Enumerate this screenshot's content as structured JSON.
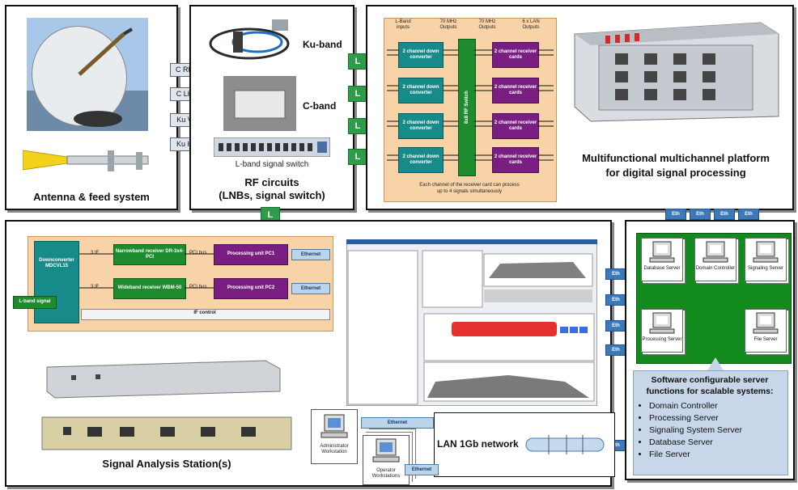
{
  "panels": {
    "antenna": {
      "title": "Antenna & feed system"
    },
    "rf": {
      "title_line1": "RF circuits",
      "title_line2": "(LNBs, signal switch)",
      "ku_band": "Ku-band",
      "c_band": "C-band",
      "switch_caption": "L-band signal switch"
    },
    "platform": {
      "title_line1": "Multifunctional multichannel platform",
      "title_line2": "for digital signal processing"
    },
    "station": {
      "title": "Signal Analysis Station(s)"
    },
    "servers": {
      "title_line1": "Software configurable server",
      "title_line2": "functions for scalable systems:",
      "list": [
        "Domain Controller",
        "Processing Server",
        "Signaling System Server",
        "Database Server",
        "File Server"
      ]
    }
  },
  "feeds": [
    "C RH",
    "C LH",
    "Ku V",
    "Ku H"
  ],
  "l_label": "L",
  "receiver_diagram": {
    "headers": [
      "L-Band inputs",
      "70 MHz Outputs",
      "70 MHz Outputs",
      "6 x LAN Outputs"
    ],
    "down": "2 channel down converter",
    "recv": "2 channel receiver cards",
    "switch": "8x8 RF Switch",
    "note_line1": "Each channel of the receiver card can process",
    "note_line2": "up to 4 signals simultaneously"
  },
  "station_diagram": {
    "downconverter": "Downconverter MDCVL15",
    "lband": "L-band signal",
    "if1": "3 IF",
    "if2": "3 IF",
    "narrow": "Narrowband receiver DR-3x4-PCI",
    "wide": "Wideband receiver WBM-50",
    "pci1": "PCI bus",
    "pci2": "PCI bus",
    "proc1": "Processing unit PC1",
    "proc2": "Processing unit PC2",
    "eth1": "Ethernet",
    "eth2": "Ethernet",
    "ifcontrol": "IF control"
  },
  "eth_label": "Eth",
  "servers": [
    "Database Server",
    "Domain Controller",
    "Signaling Server",
    "Processing Server",
    "File Server"
  ],
  "network": {
    "lan": "LAN 1Gb network",
    "admin": "Administrator Workstation",
    "operator": "Operator Workstations",
    "ethernet1": "Ethernet",
    "ethernet2": "Ethernet"
  },
  "colors": {
    "green": "#1e8c2e",
    "teal": "#178a8a",
    "purple": "#7a1f82",
    "orange": "#f9d3a8",
    "blue": "#3b79b8",
    "server_green": "#128a1e"
  }
}
